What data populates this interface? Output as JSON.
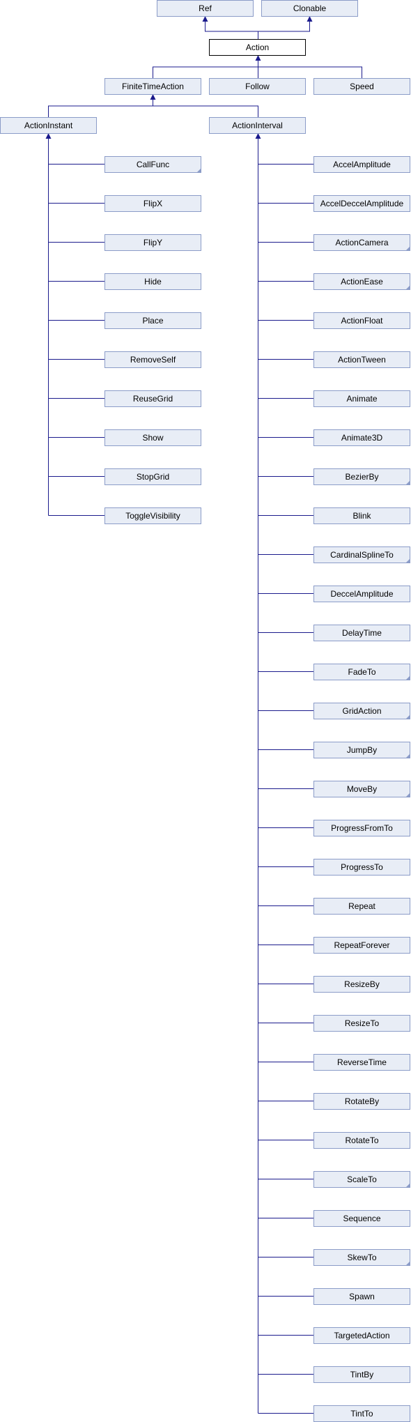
{
  "diagram": {
    "root": "Action",
    "bases": [
      "Ref",
      "Clonable"
    ],
    "level1": [
      "FiniteTimeAction",
      "Follow",
      "Speed"
    ],
    "level2": [
      "ActionInstant",
      "ActionInterval"
    ],
    "instant_children": [
      {
        "name": "CallFunc",
        "has_more": true
      },
      {
        "name": "FlipX",
        "has_more": false
      },
      {
        "name": "FlipY",
        "has_more": false
      },
      {
        "name": "Hide",
        "has_more": false
      },
      {
        "name": "Place",
        "has_more": false
      },
      {
        "name": "RemoveSelf",
        "has_more": false
      },
      {
        "name": "ReuseGrid",
        "has_more": false
      },
      {
        "name": "Show",
        "has_more": false
      },
      {
        "name": "StopGrid",
        "has_more": false
      },
      {
        "name": "ToggleVisibility",
        "has_more": false
      }
    ],
    "interval_children": [
      {
        "name": "AccelAmplitude",
        "has_more": false
      },
      {
        "name": "AccelDeccelAmplitude",
        "has_more": false
      },
      {
        "name": "ActionCamera",
        "has_more": true
      },
      {
        "name": "ActionEase",
        "has_more": true
      },
      {
        "name": "ActionFloat",
        "has_more": false
      },
      {
        "name": "ActionTween",
        "has_more": false
      },
      {
        "name": "Animate",
        "has_more": false
      },
      {
        "name": "Animate3D",
        "has_more": false
      },
      {
        "name": "BezierBy",
        "has_more": true
      },
      {
        "name": "Blink",
        "has_more": false
      },
      {
        "name": "CardinalSplineTo",
        "has_more": true
      },
      {
        "name": "DeccelAmplitude",
        "has_more": false
      },
      {
        "name": "DelayTime",
        "has_more": false
      },
      {
        "name": "FadeTo",
        "has_more": true
      },
      {
        "name": "GridAction",
        "has_more": true
      },
      {
        "name": "JumpBy",
        "has_more": true
      },
      {
        "name": "MoveBy",
        "has_more": true
      },
      {
        "name": "ProgressFromTo",
        "has_more": false
      },
      {
        "name": "ProgressTo",
        "has_more": false
      },
      {
        "name": "Repeat",
        "has_more": false
      },
      {
        "name": "RepeatForever",
        "has_more": false
      },
      {
        "name": "ResizeBy",
        "has_more": false
      },
      {
        "name": "ResizeTo",
        "has_more": false
      },
      {
        "name": "ReverseTime",
        "has_more": false
      },
      {
        "name": "RotateBy",
        "has_more": false
      },
      {
        "name": "RotateTo",
        "has_more": false
      },
      {
        "name": "ScaleTo",
        "has_more": true
      },
      {
        "name": "Sequence",
        "has_more": false
      },
      {
        "name": "SkewTo",
        "has_more": true
      },
      {
        "name": "Spawn",
        "has_more": false
      },
      {
        "name": "TargetedAction",
        "has_more": false
      },
      {
        "name": "TintBy",
        "has_more": false
      },
      {
        "name": "TintTo",
        "has_more": false
      }
    ]
  }
}
